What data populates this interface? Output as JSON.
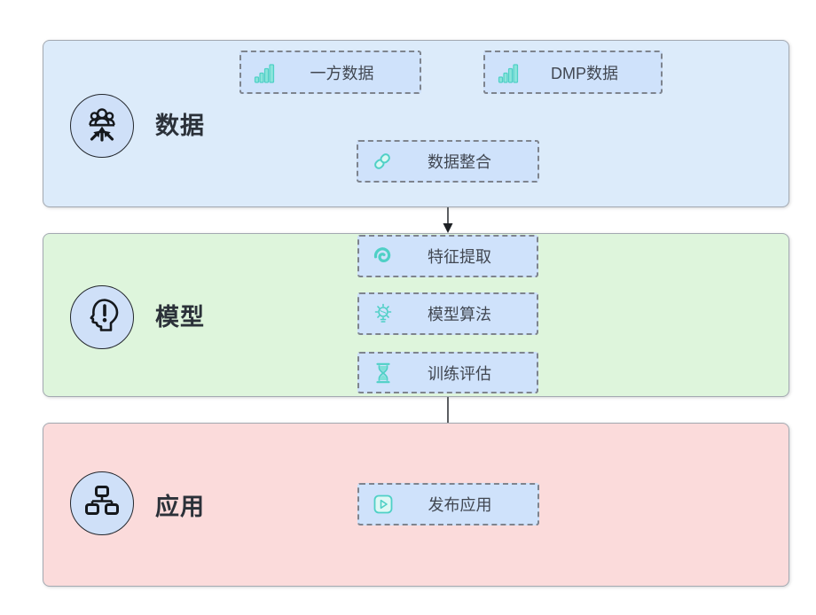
{
  "diagram": {
    "title_hint": "AI modeling pipeline diagram",
    "bands": {
      "data": {
        "label": "数据",
        "icon": "gather-people-icon",
        "bg": "#dcebfa"
      },
      "model": {
        "label": "模型",
        "icon": "thinking-head-icon",
        "bg": "#def5dc"
      },
      "app": {
        "label": "应用",
        "icon": "org-chart-icon",
        "bg": "#fbdbdb"
      }
    },
    "nodes": {
      "first_party": {
        "label": "一方数据",
        "icon": "bar-chart-icon"
      },
      "dmp": {
        "label": "DMP数据",
        "icon": "bar-chart-icon"
      },
      "integration": {
        "label": "数据整合",
        "icon": "chain-link-icon"
      },
      "feature": {
        "label": "特征提取",
        "icon": "spiral-icon"
      },
      "algorithm": {
        "label": "模型算法",
        "icon": "idea-bulb-icon"
      },
      "training": {
        "label": "训练评估",
        "icon": "hourglass-icon"
      },
      "publish": {
        "label": "发布应用",
        "icon": "play-icon"
      }
    },
    "flows": [
      {
        "from": "first_party",
        "to": "integration"
      },
      {
        "from": "dmp",
        "to": "integration"
      },
      {
        "from": "integration",
        "to": "feature"
      },
      {
        "from": "feature",
        "to": "algorithm"
      },
      {
        "from": "algorithm",
        "to": "training"
      },
      {
        "from": "training",
        "to": "publish"
      }
    ],
    "colors": {
      "band_data_bg": "#dcebfa",
      "band_model_bg": "#def5dc",
      "band_app_bg": "#fbdbdb",
      "node_bg": "#cfe2fb",
      "node_border": "#7e848e",
      "band_border": "#a3a9b1",
      "icon_teal": "#4fd0c6",
      "badge_bg": "#cfe0f8",
      "arrow": "#33363a",
      "node_text": "#414751",
      "band_text": "#2b3139"
    }
  }
}
